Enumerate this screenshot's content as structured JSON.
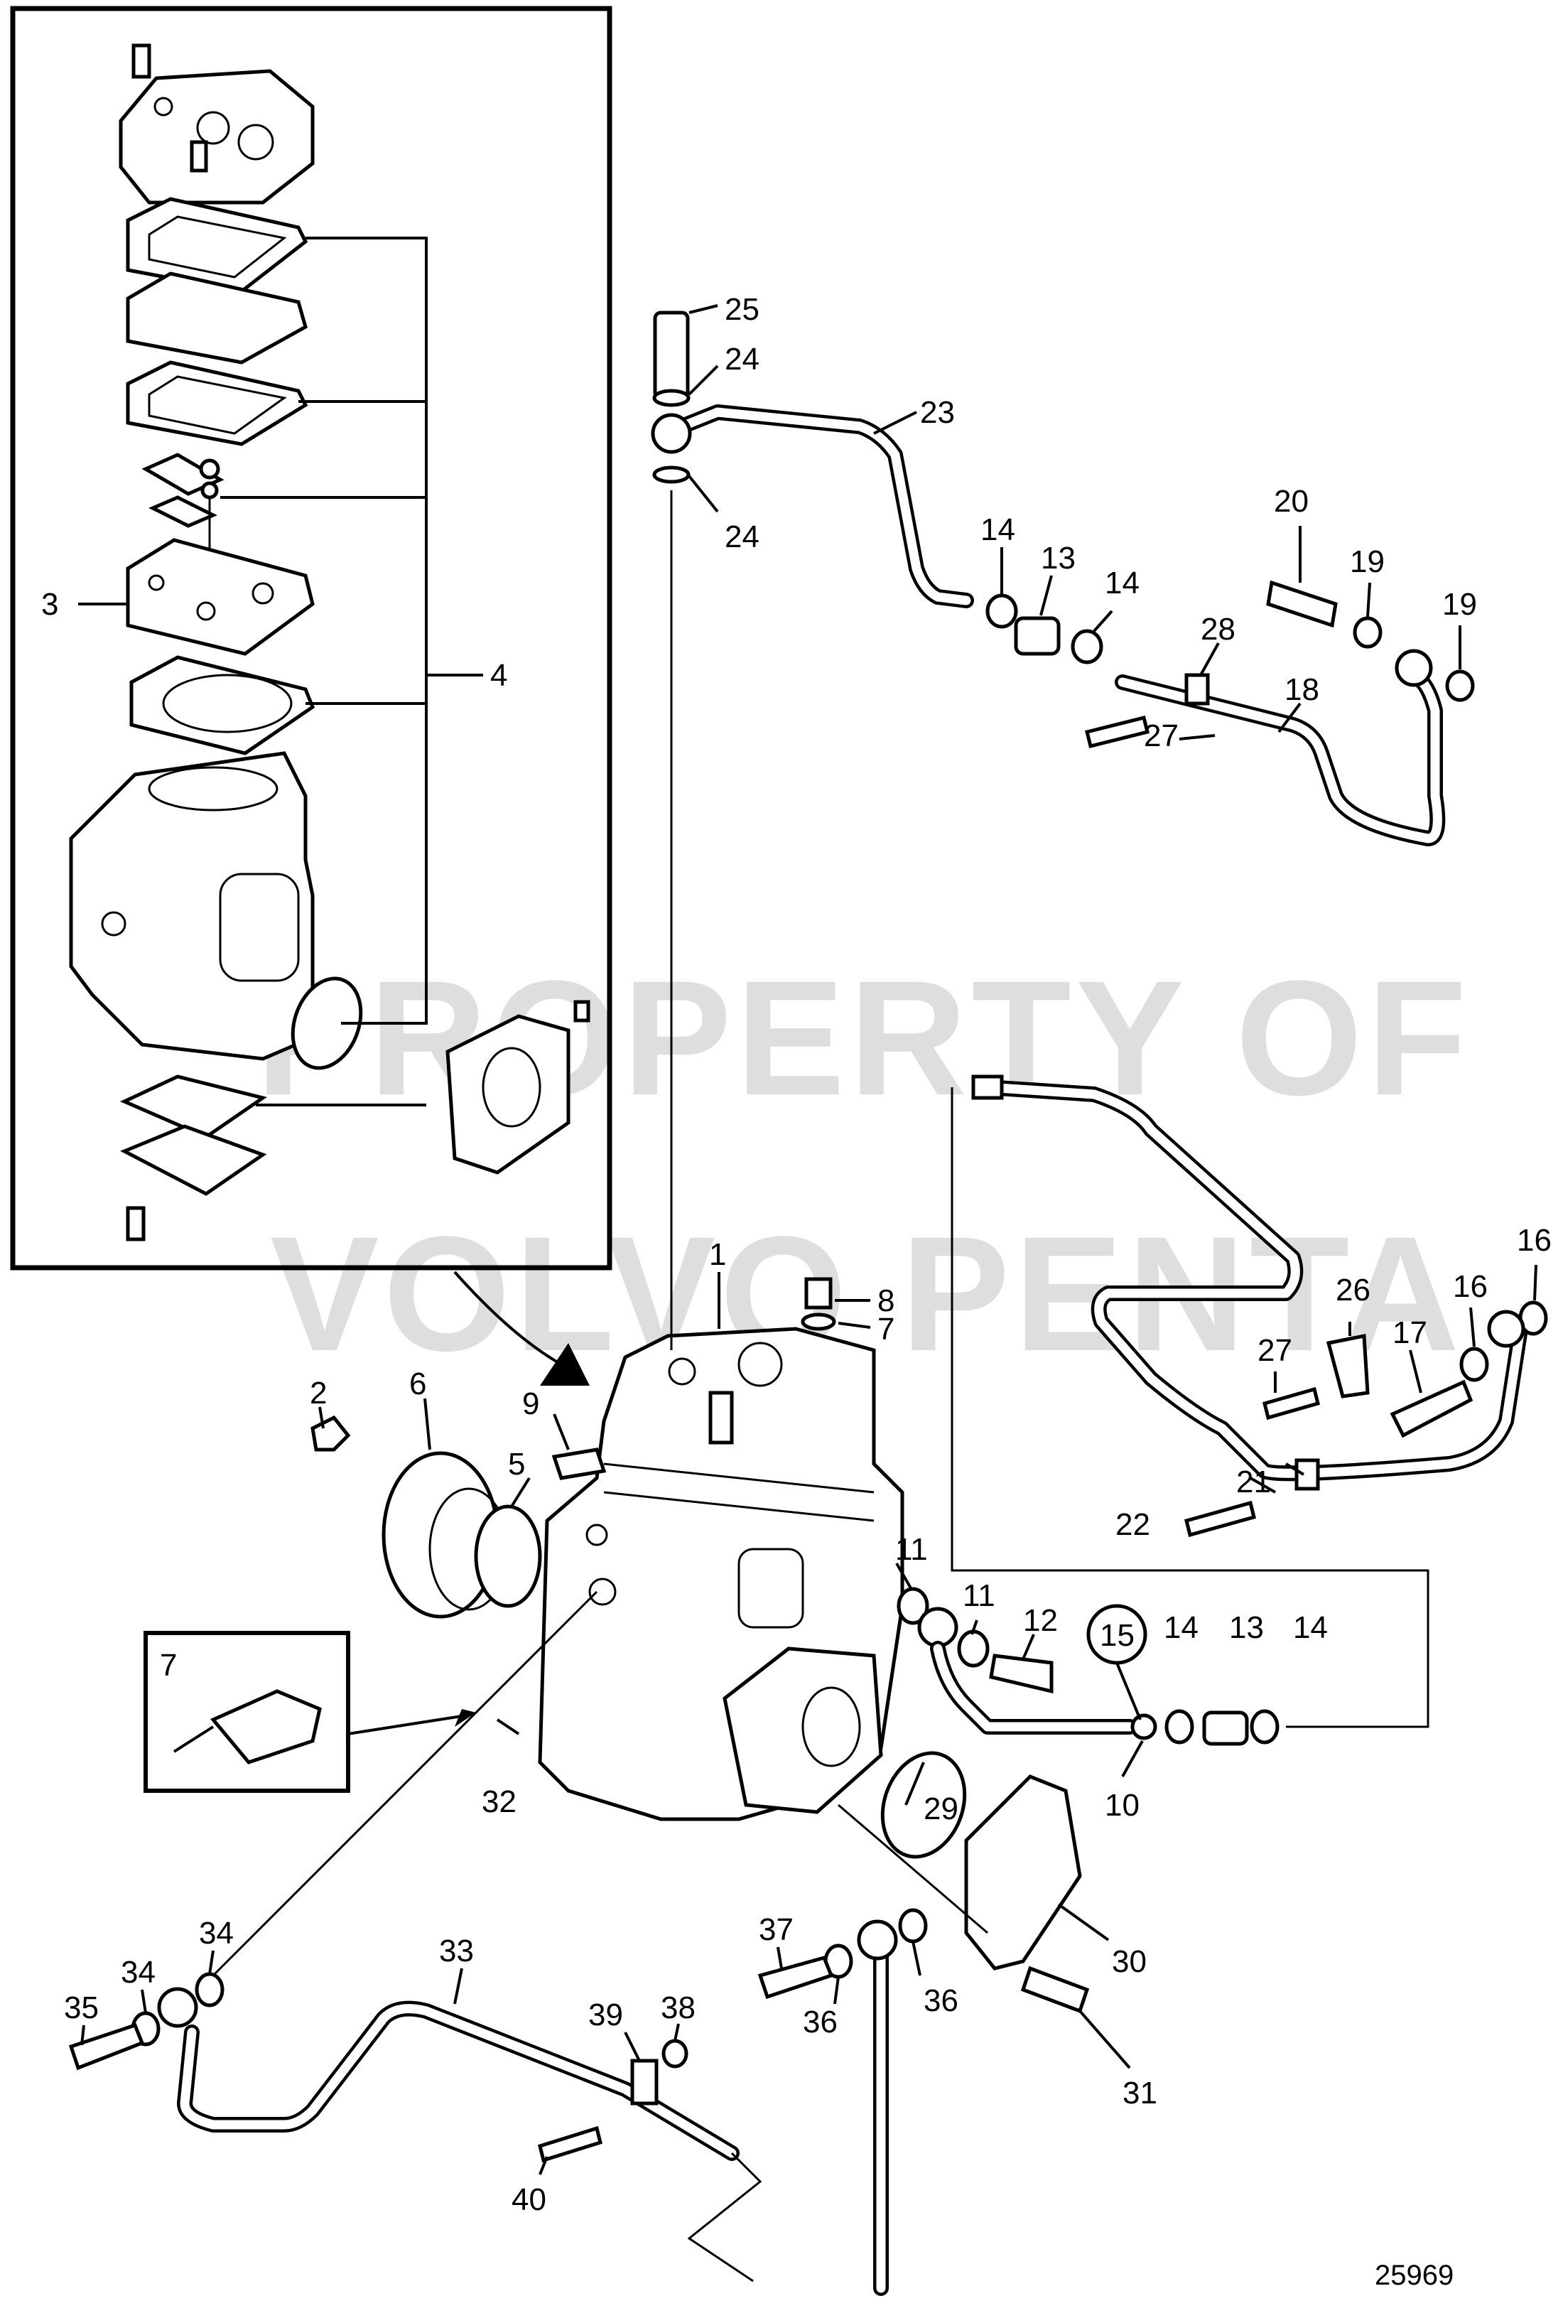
{
  "diagram": {
    "figure_number": "25969",
    "watermark": {
      "line1": "PROPERTY OF",
      "line2": "VOLVO PENTA"
    },
    "inset_callout": "7",
    "callouts": {
      "c1": "1",
      "c2": "2",
      "c3": "3",
      "c4": "4",
      "c5": "5",
      "c6": "6",
      "c7a": "7",
      "c8": "8",
      "c9": "9",
      "c10": "10",
      "c11a": "11",
      "c11b": "11",
      "c12": "12",
      "c13a": "13",
      "c13b": "13",
      "c14a": "14",
      "c14b": "14",
      "c14c": "14",
      "c14d": "14",
      "c15": "15",
      "c16a": "16",
      "c16b": "16",
      "c17": "17",
      "c18": "18",
      "c19a": "19",
      "c19b": "19",
      "c20": "20",
      "c21": "21",
      "c22": "22",
      "c23": "23",
      "c24a": "24",
      "c24b": "24",
      "c25": "25",
      "c26": "26",
      "c27a": "27",
      "c27b": "27",
      "c28": "28",
      "c29": "29",
      "c30": "30",
      "c31": "31",
      "c32": "32",
      "c33": "33",
      "c34a": "34",
      "c34b": "34",
      "c35": "35",
      "c36a": "36",
      "c36b": "36",
      "c37": "37",
      "c38": "38",
      "c39": "39",
      "c40": "40"
    }
  }
}
